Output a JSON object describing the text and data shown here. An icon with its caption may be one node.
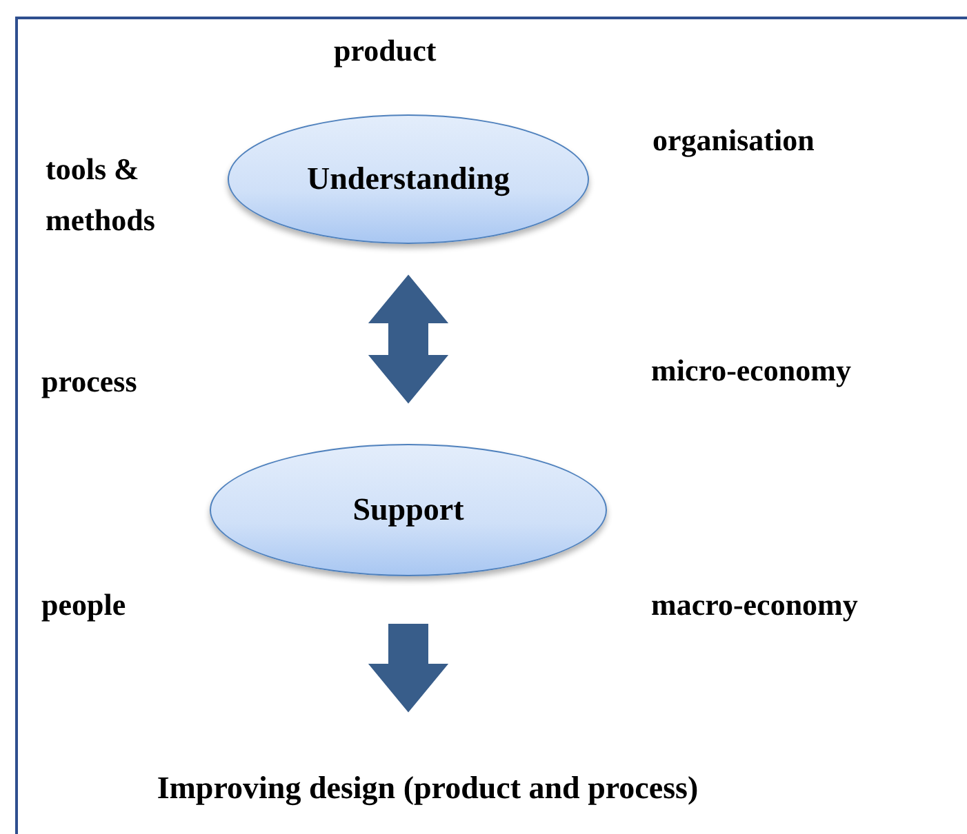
{
  "diagram": {
    "nodes": [
      {
        "text": [
          "Understanding"
        ]
      },
      {
        "text": [
          "Support"
        ]
      },
      {
        "text": [
          "Improving design (product and process)"
        ]
      }
    ],
    "edges": [
      {
        "from": 0,
        "to": 1,
        "arrow": "both"
      },
      {
        "from": 1,
        "to": 2,
        "arrow": "to"
      }
    ],
    "labels": [
      "product",
      "tools & methods",
      "organisation",
      "process",
      "micro-economy",
      "people",
      "macro-economy"
    ]
  }
}
